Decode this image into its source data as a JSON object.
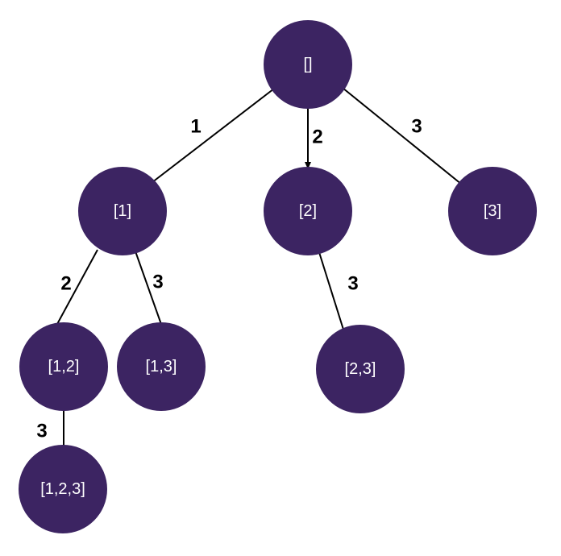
{
  "diagram": {
    "type": "tree",
    "nodes": [
      {
        "id": "root",
        "label": "[]"
      },
      {
        "id": "n1",
        "label": "[1]"
      },
      {
        "id": "n2",
        "label": "[2]"
      },
      {
        "id": "n3",
        "label": "[3]"
      },
      {
        "id": "n12",
        "label": "[1,2]"
      },
      {
        "id": "n13",
        "label": "[1,3]"
      },
      {
        "id": "n23",
        "label": "[2,3]"
      },
      {
        "id": "n123",
        "label": "[1,2,3]"
      }
    ],
    "edges": [
      {
        "from": "root",
        "to": "n1",
        "label": "1"
      },
      {
        "from": "root",
        "to": "n2",
        "label": "2"
      },
      {
        "from": "root",
        "to": "n3",
        "label": "3"
      },
      {
        "from": "n1",
        "to": "n12",
        "label": "2"
      },
      {
        "from": "n1",
        "to": "n13",
        "label": "3"
      },
      {
        "from": "n2",
        "to": "n23",
        "label": "3"
      },
      {
        "from": "n12",
        "to": "n123",
        "label": "3"
      }
    ],
    "colors": {
      "node_fill": "#3c2462",
      "node_text": "#ffffff",
      "edge": "#000000"
    }
  }
}
